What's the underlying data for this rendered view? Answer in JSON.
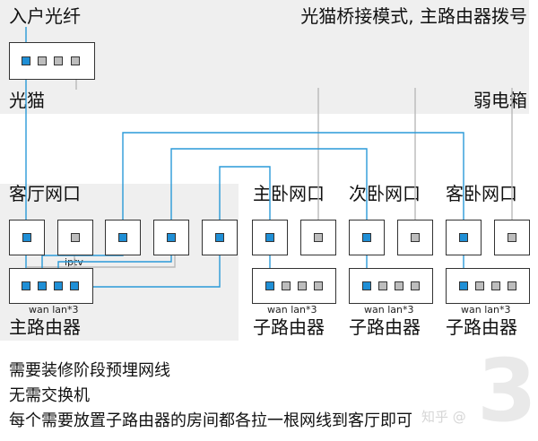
{
  "labels": {
    "fiber_in": "入户光纤",
    "mode": "光猫桥接模式, 主路由器拨号",
    "modem": "光猫",
    "panel": "弱电箱",
    "living_room": "客厅网口",
    "master_bedroom": "主卧网口",
    "second_bedroom": "次卧网口",
    "guest_bedroom": "客卧网口",
    "main_router": "主路由器",
    "sub_router": "子路由器",
    "iptv": "iptv",
    "ports": "wan lan*3"
  },
  "notes": [
    "需要装修阶段预埋网线",
    "无需交换机",
    "每个需要放置子路由器的房间都各拉一根网线到客厅即可"
  ],
  "watermark": {
    "number": "3",
    "text": "知乎 @"
  },
  "colors": {
    "zone_background": "#efefef",
    "active_cable": "#2a9ad8",
    "inactive_cable": "#b9b9b9",
    "active_port": "#1f8fd6",
    "inactive_port": "#bdbdbd"
  }
}
